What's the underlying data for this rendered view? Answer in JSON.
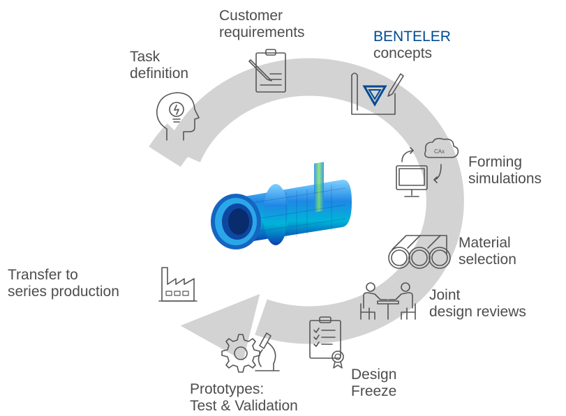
{
  "steps": {
    "task_definition": "Task\ndefinition",
    "customer_requirements": "Customer\nrequirements",
    "benteler_word": "BENTELER",
    "concepts": "concepts",
    "forming_simulations": "Forming\nsimulations",
    "material_selection": "Material\nselection",
    "joint_design_reviews": "Joint\ndesign reviews",
    "design_freeze": "Design\nFreeze",
    "prototypes": "Prototypes:\nTest & Validation",
    "transfer": "Transfer to\nseries production"
  },
  "icons": {
    "cax_label": "CAx"
  },
  "colors": {
    "arrow": "#d3d3d3",
    "brand": "#004a93",
    "text": "#4d4d4d"
  }
}
